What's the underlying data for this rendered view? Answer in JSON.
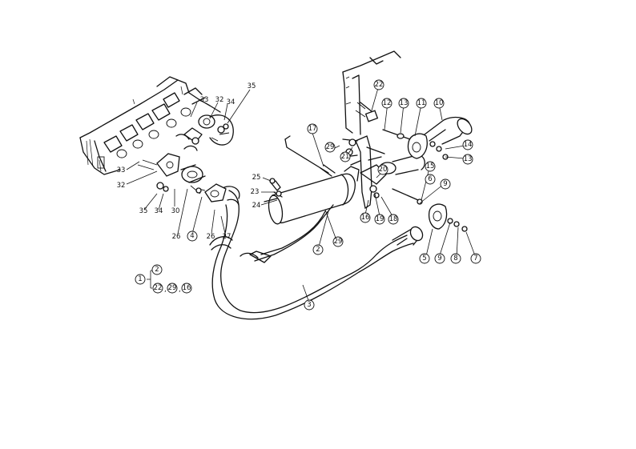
{
  "diagram": {
    "callouts": [
      {
        "id": "c35a",
        "label": "35",
        "circled": false
      },
      {
        "id": "c32a",
        "label": "32",
        "circled": false
      },
      {
        "id": "c33a",
        "label": "33",
        "circled": false
      },
      {
        "id": "c34a",
        "label": "34",
        "circled": false
      },
      {
        "id": "c33b",
        "label": "33",
        "circled": false
      },
      {
        "id": "c32b",
        "label": "32",
        "circled": false
      },
      {
        "id": "c30",
        "label": "30",
        "circled": false
      },
      {
        "id": "c35b",
        "label": "35",
        "circled": false
      },
      {
        "id": "c34b",
        "label": "34",
        "circled": false
      },
      {
        "id": "c26a",
        "label": "26",
        "circled": false
      },
      {
        "id": "c4",
        "label": "4",
        "circled": true
      },
      {
        "id": "c26b",
        "label": "26",
        "circled": false
      },
      {
        "id": "c27",
        "label": "27",
        "circled": false
      },
      {
        "id": "c25",
        "label": "25",
        "circled": false
      },
      {
        "id": "c23",
        "label": "23",
        "circled": false
      },
      {
        "id": "c24",
        "label": "24",
        "circled": false
      },
      {
        "id": "c17",
        "label": "17",
        "circled": true
      },
      {
        "id": "c29a",
        "label": "29",
        "circled": true
      },
      {
        "id": "c21",
        "label": "21",
        "circled": true
      },
      {
        "id": "c20",
        "label": "20",
        "circled": true
      },
      {
        "id": "c16",
        "label": "16",
        "circled": true
      },
      {
        "id": "c19",
        "label": "19",
        "circled": true
      },
      {
        "id": "c18",
        "label": "18",
        "circled": true
      },
      {
        "id": "c2",
        "label": "2",
        "circled": true
      },
      {
        "id": "c29b",
        "label": "29",
        "circled": true
      },
      {
        "id": "c3",
        "label": "3",
        "circled": true
      },
      {
        "id": "c22",
        "label": "22",
        "circled": true
      },
      {
        "id": "c12",
        "label": "12",
        "circled": true
      },
      {
        "id": "c13a",
        "label": "13",
        "circled": true
      },
      {
        "id": "c11",
        "label": "11",
        "circled": true
      },
      {
        "id": "c10",
        "label": "10",
        "circled": true
      },
      {
        "id": "c14",
        "label": "14",
        "circled": true
      },
      {
        "id": "c13b",
        "label": "13",
        "circled": true
      },
      {
        "id": "c15",
        "label": "15",
        "circled": true
      },
      {
        "id": "c6",
        "label": "6",
        "circled": true
      },
      {
        "id": "c9a",
        "label": "9",
        "circled": true
      },
      {
        "id": "c5",
        "label": "5",
        "circled": true
      },
      {
        "id": "c9b",
        "label": "9",
        "circled": true
      },
      {
        "id": "c8",
        "label": "8",
        "circled": true
      },
      {
        "id": "c7",
        "label": "7",
        "circled": true
      }
    ],
    "legend": {
      "main": "1",
      "sub": "2",
      "items": [
        "22",
        "29",
        "16"
      ],
      "separators": [
        ",",
        ","
      ]
    }
  }
}
